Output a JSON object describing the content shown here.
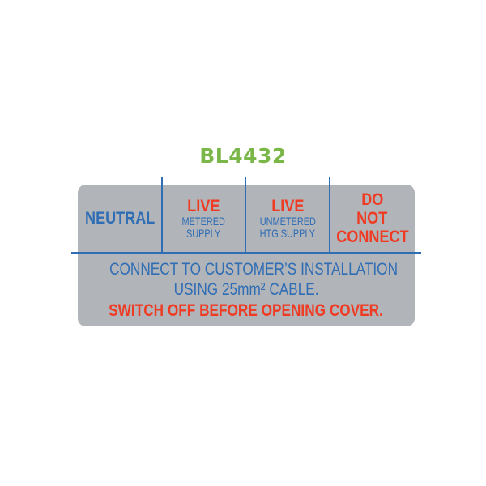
{
  "code": "BL4432",
  "colors": {
    "code": "#7ab648",
    "blue": "#2f6db5",
    "red": "#ef3b24",
    "label_background": "#b1b4b8"
  },
  "columns": [
    {
      "main": "NEUTRAL",
      "lines": []
    },
    {
      "main": "LIVE",
      "lines": [
        "METERED",
        "SUPPLY"
      ]
    },
    {
      "main": "LIVE",
      "lines": [
        "UNMETERED",
        "HTG SUPPLY"
      ]
    },
    {
      "main": "",
      "lines": []
    }
  ],
  "do_not_connect": [
    "DO",
    "NOT",
    "CONNECT"
  ],
  "instruction": {
    "line1": "CONNECT TO CUSTOMER’S INSTALLATION",
    "line2": "USING 25mm² CABLE.",
    "warning": "SWITCH OFF BEFORE OPENING COVER."
  }
}
